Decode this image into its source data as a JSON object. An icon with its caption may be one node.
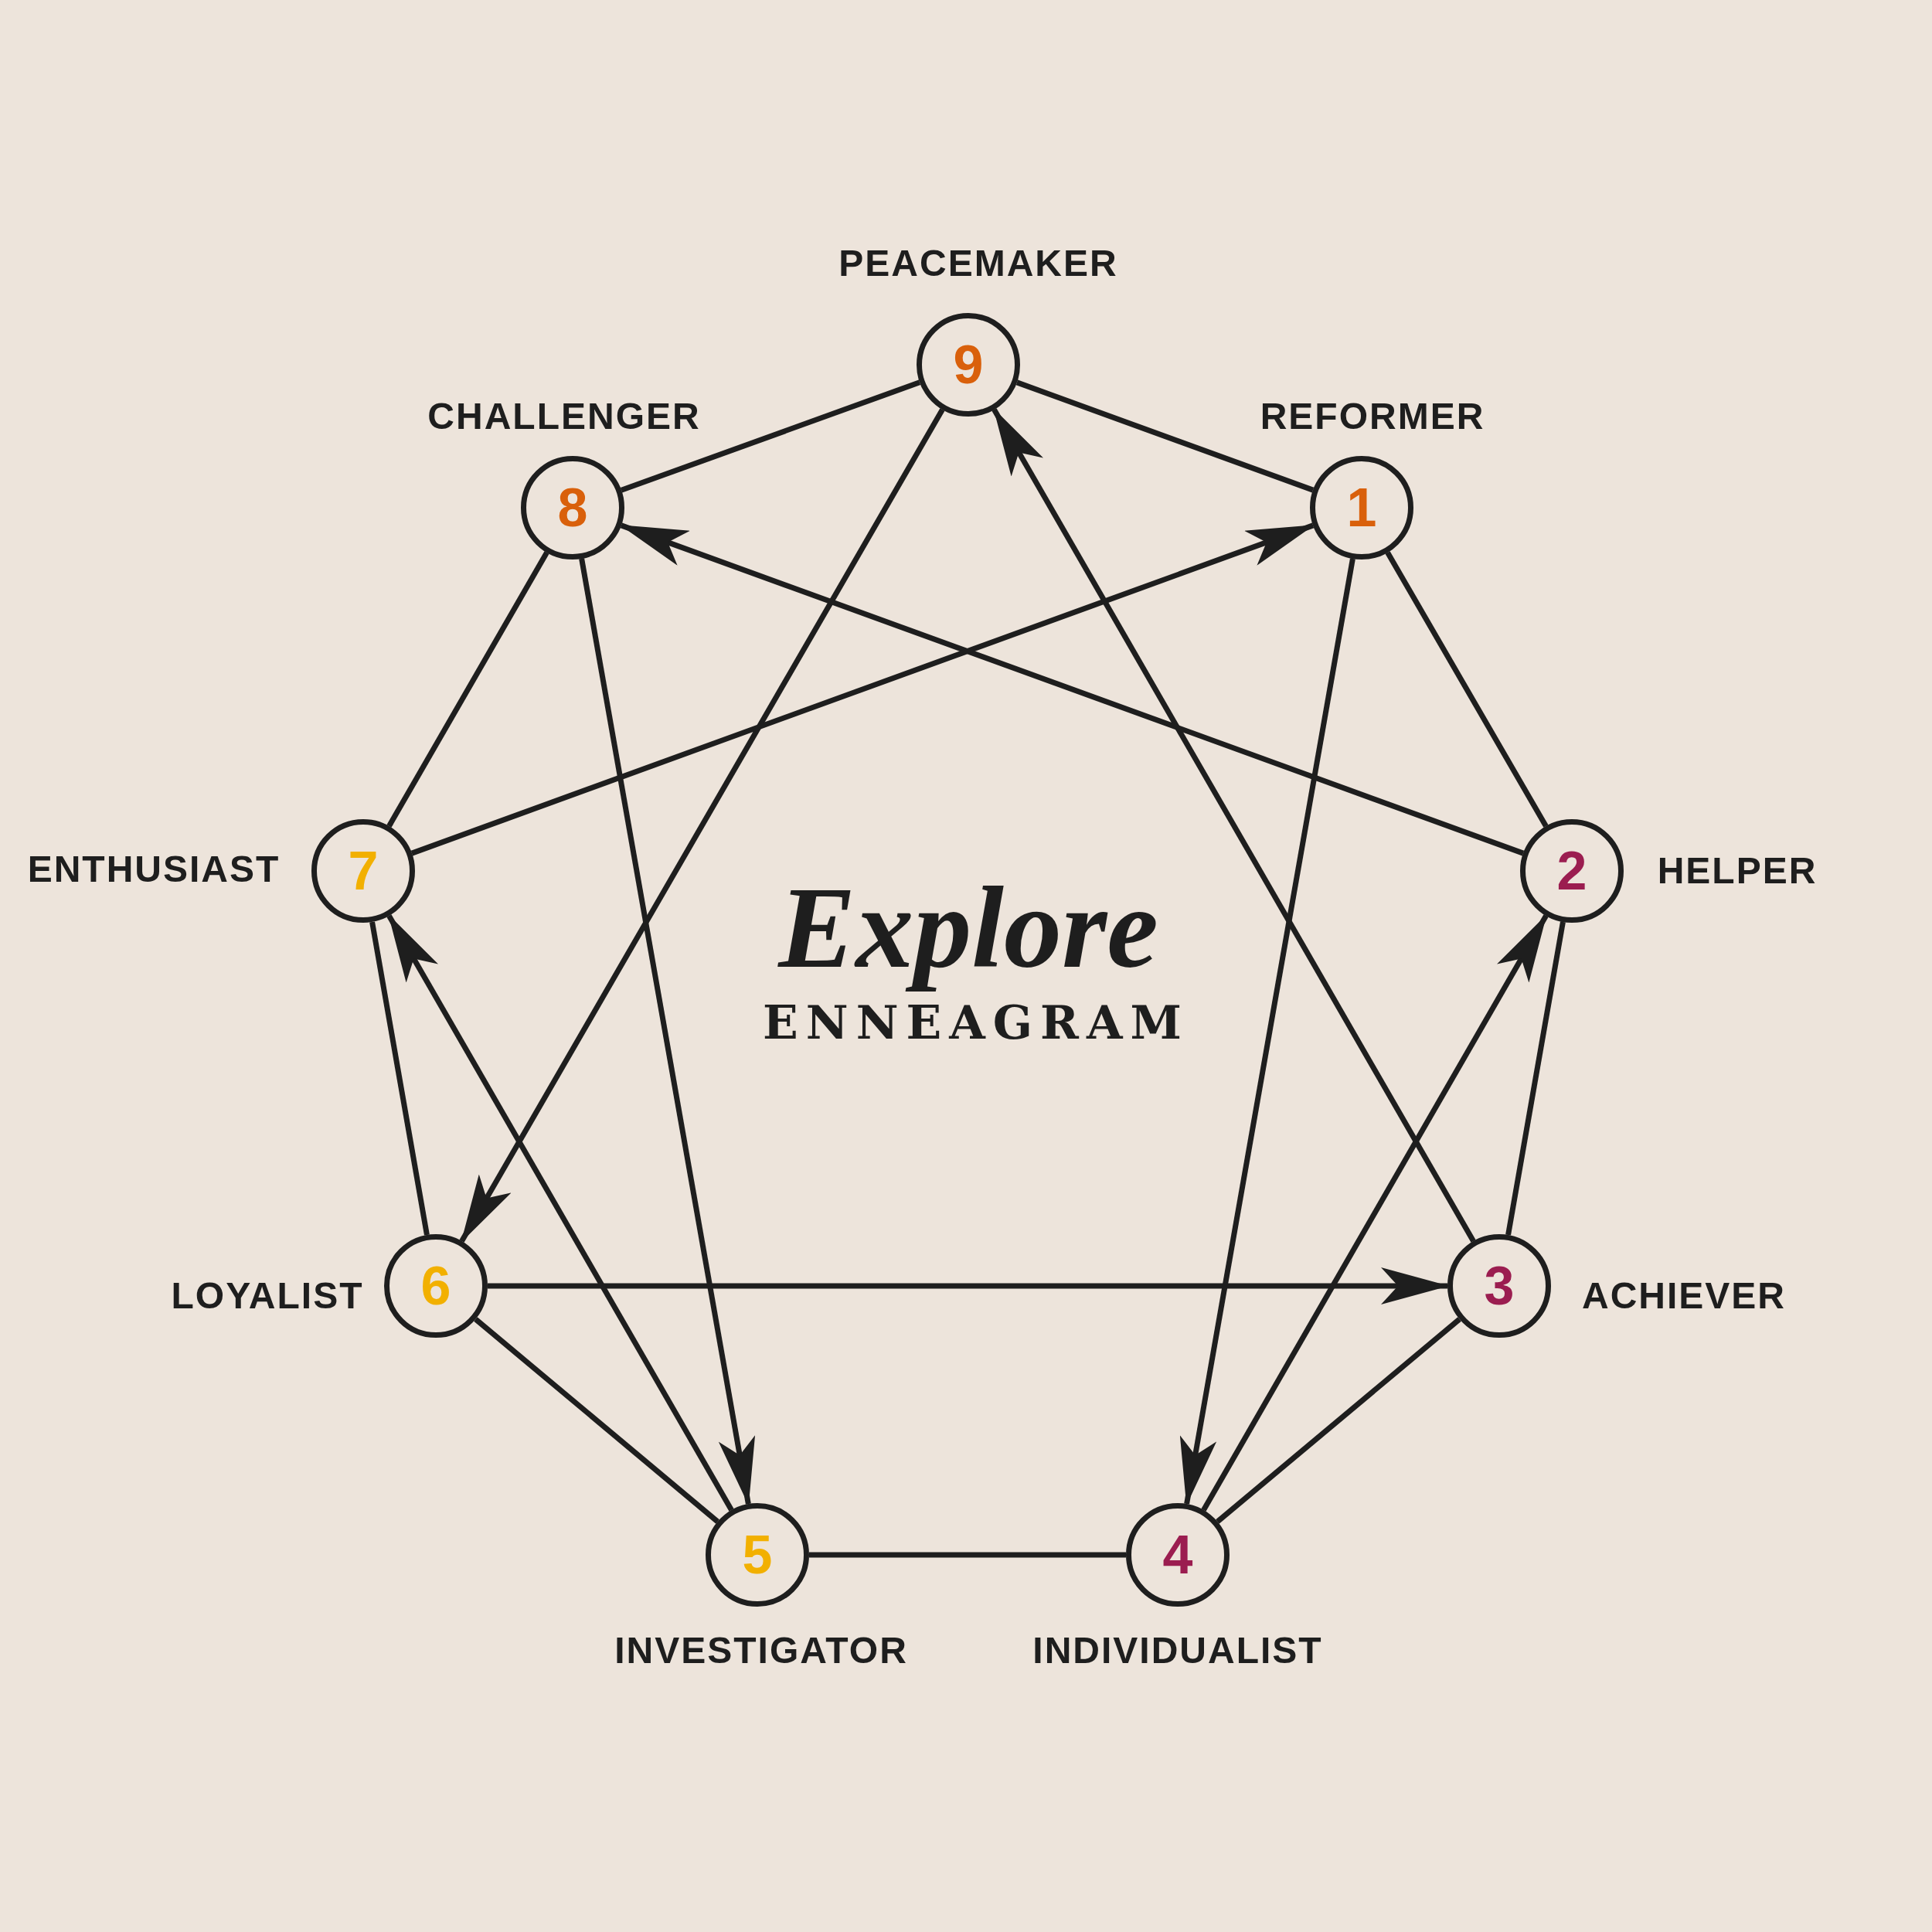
{
  "diagram": {
    "title": "Explore",
    "nodes": [
      {
        "text": [
          "9"
        ],
        "beside": [
          "PEACEMAKER"
        ]
      },
      {
        "text": [
          "8"
        ],
        "beside": [
          "CHALLENGER"
        ]
      },
      {
        "text": [
          "1"
        ],
        "beside": [
          "REFORMER"
        ]
      },
      {
        "text": [
          "7"
        ],
        "beside": [
          "ENTHUSIAST"
        ]
      },
      {
        "text": [
          "2"
        ],
        "beside": [
          "HELPER"
        ]
      },
      {
        "text": [
          "6"
        ],
        "beside": [
          "LOYALIST"
        ]
      },
      {
        "text": [
          "3"
        ],
        "beside": [
          "ACHIEVER"
        ]
      },
      {
        "text": [
          "5"
        ],
        "beside": [
          "INVESTIGATOR"
        ]
      },
      {
        "text": [
          "4"
        ],
        "beside": [
          "INDIVIDUALIST"
        ]
      }
    ],
    "edges": [
      {
        "from": 0,
        "to": 1,
        "arrow": "none"
      },
      {
        "from": 0,
        "to": 2,
        "arrow": "none"
      },
      {
        "from": 1,
        "to": 3,
        "arrow": "none"
      },
      {
        "from": 2,
        "to": 4,
        "arrow": "none"
      },
      {
        "from": 3,
        "to": 5,
        "arrow": "none"
      },
      {
        "from": 4,
        "to": 6,
        "arrow": "none"
      },
      {
        "from": 5,
        "to": 7,
        "arrow": "none"
      },
      {
        "from": 6,
        "to": 8,
        "arrow": "none"
      },
      {
        "from": 7,
        "to": 8,
        "arrow": "none"
      },
      {
        "from": 0,
        "to": 5,
        "arrow": "to"
      },
      {
        "from": 5,
        "to": 6,
        "arrow": "to"
      },
      {
        "from": 6,
        "to": 0,
        "arrow": "to"
      },
      {
        "from": 2,
        "to": 8,
        "arrow": "to"
      },
      {
        "from": 8,
        "to": 4,
        "arrow": "to"
      },
      {
        "from": 4,
        "to": 1,
        "arrow": "to"
      },
      {
        "from": 1,
        "to": 7,
        "arrow": "to"
      },
      {
        "from": 7,
        "to": 3,
        "arrow": "to"
      },
      {
        "from": 3,
        "to": 2,
        "arrow": "to"
      }
    ],
    "labels": [
      "ENNEAGRAM"
    ]
  }
}
